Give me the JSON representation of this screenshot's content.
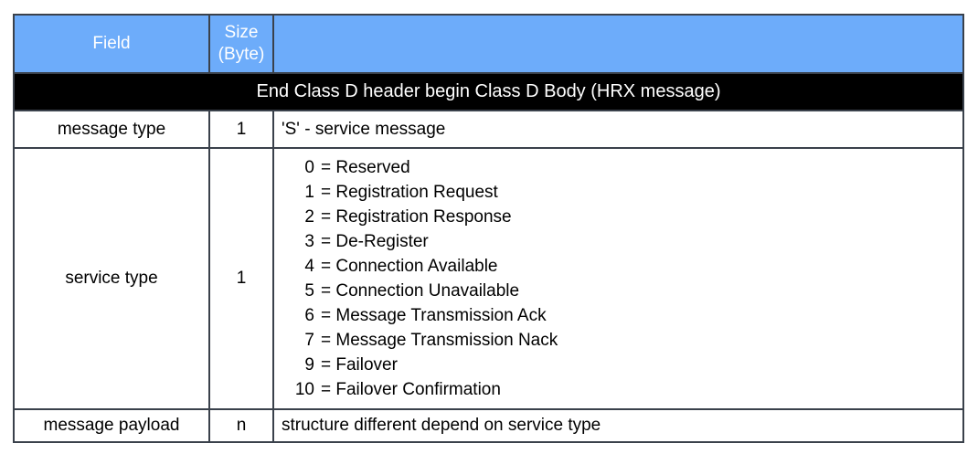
{
  "table": {
    "headers": {
      "field": "Field",
      "size": "Size\n(Byte)",
      "description": ""
    },
    "section_title": "End Class D header begin Class D Body (HRX message)",
    "rows": [
      {
        "field": "message type",
        "size": "1",
        "description": "'S' - service message"
      },
      {
        "field": "service type",
        "size": "1",
        "options": [
          {
            "num": "0",
            "text": "= Reserved"
          },
          {
            "num": "1",
            "text": "= Registration Request"
          },
          {
            "num": "2",
            "text": "= Registration Response"
          },
          {
            "num": "3",
            "text": "= De-Register"
          },
          {
            "num": "4",
            "text": "= Connection Available"
          },
          {
            "num": "5",
            "text": "= Connection Unavailable"
          },
          {
            "num": "6",
            "text": "= Message Transmission Ack"
          },
          {
            "num": "7",
            "text": "= Message Transmission Nack"
          },
          {
            "num": "9",
            "text": "= Failover"
          },
          {
            "num": "10",
            "text": "= Failover Confirmation"
          }
        ]
      },
      {
        "field": "message payload",
        "size": "n",
        "description": "structure different depend on service type"
      }
    ],
    "colors": {
      "header_bg": "#6DACFA",
      "header_text": "#FFFFFF",
      "section_bg": "#000000",
      "section_text": "#FFFFFF",
      "border": "#3A414B",
      "body_text": "#000000"
    }
  }
}
